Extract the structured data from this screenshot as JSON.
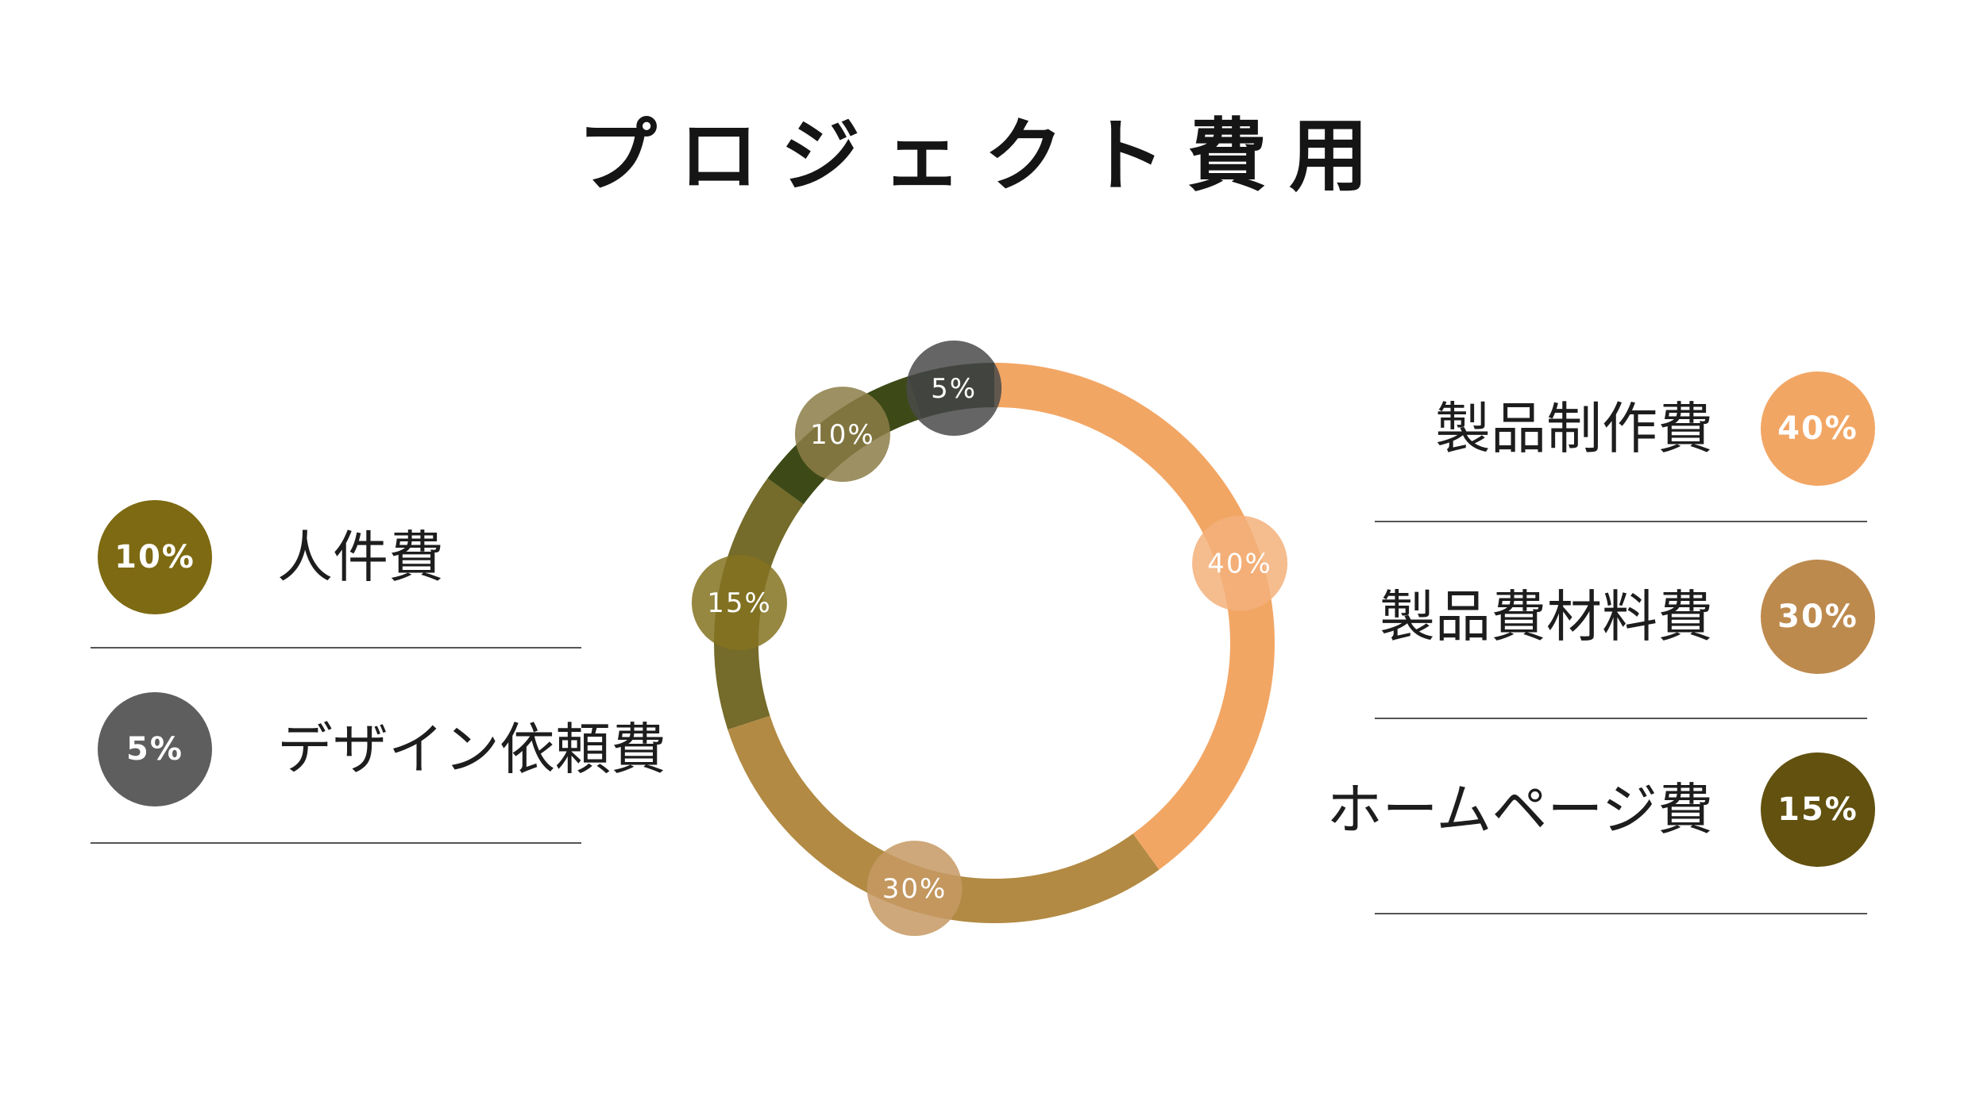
{
  "title": "プロジェクト費用",
  "chart_data": {
    "type": "pie",
    "variant": "donut",
    "title": "プロジェクト費用",
    "start": "top",
    "direction": "clockwise",
    "slices": [
      {
        "label": "製品制作費",
        "value": 40,
        "value_label": "40%",
        "color": "#f2a664",
        "bubble_color": "#f3b07a"
      },
      {
        "label": "製品費材料費",
        "value": 30,
        "value_label": "30%",
        "color": "#b28a43",
        "bubble_color": "#c69963"
      },
      {
        "label": "ホームページ費",
        "value": 15,
        "value_label": "15%",
        "color": "#756b2a",
        "bubble_color": "#847220"
      },
      {
        "label": "人件費",
        "value": 10,
        "value_label": "10%",
        "color": "#3d4a17",
        "bubble_color": "#8c7d47"
      },
      {
        "label": "デザイン依頼費",
        "value": 5,
        "value_label": "5%",
        "color": "#142b05",
        "bubble_color": "#4a4a4a"
      }
    ]
  },
  "legend": {
    "left": [
      {
        "label": "人件費",
        "value_label": "10%",
        "color": "#7d6a12"
      },
      {
        "label": "デザイン依頼費",
        "value_label": "5%",
        "color": "#5e5e5e"
      }
    ],
    "right": [
      {
        "label": "製品制作費",
        "value_label": "40%",
        "color": "#f2a664"
      },
      {
        "label": "製品費材料費",
        "value_label": "30%",
        "color": "#bd8a4e"
      },
      {
        "label": "ホームページ費",
        "value_label": "15%",
        "color": "#62510f"
      }
    ]
  }
}
